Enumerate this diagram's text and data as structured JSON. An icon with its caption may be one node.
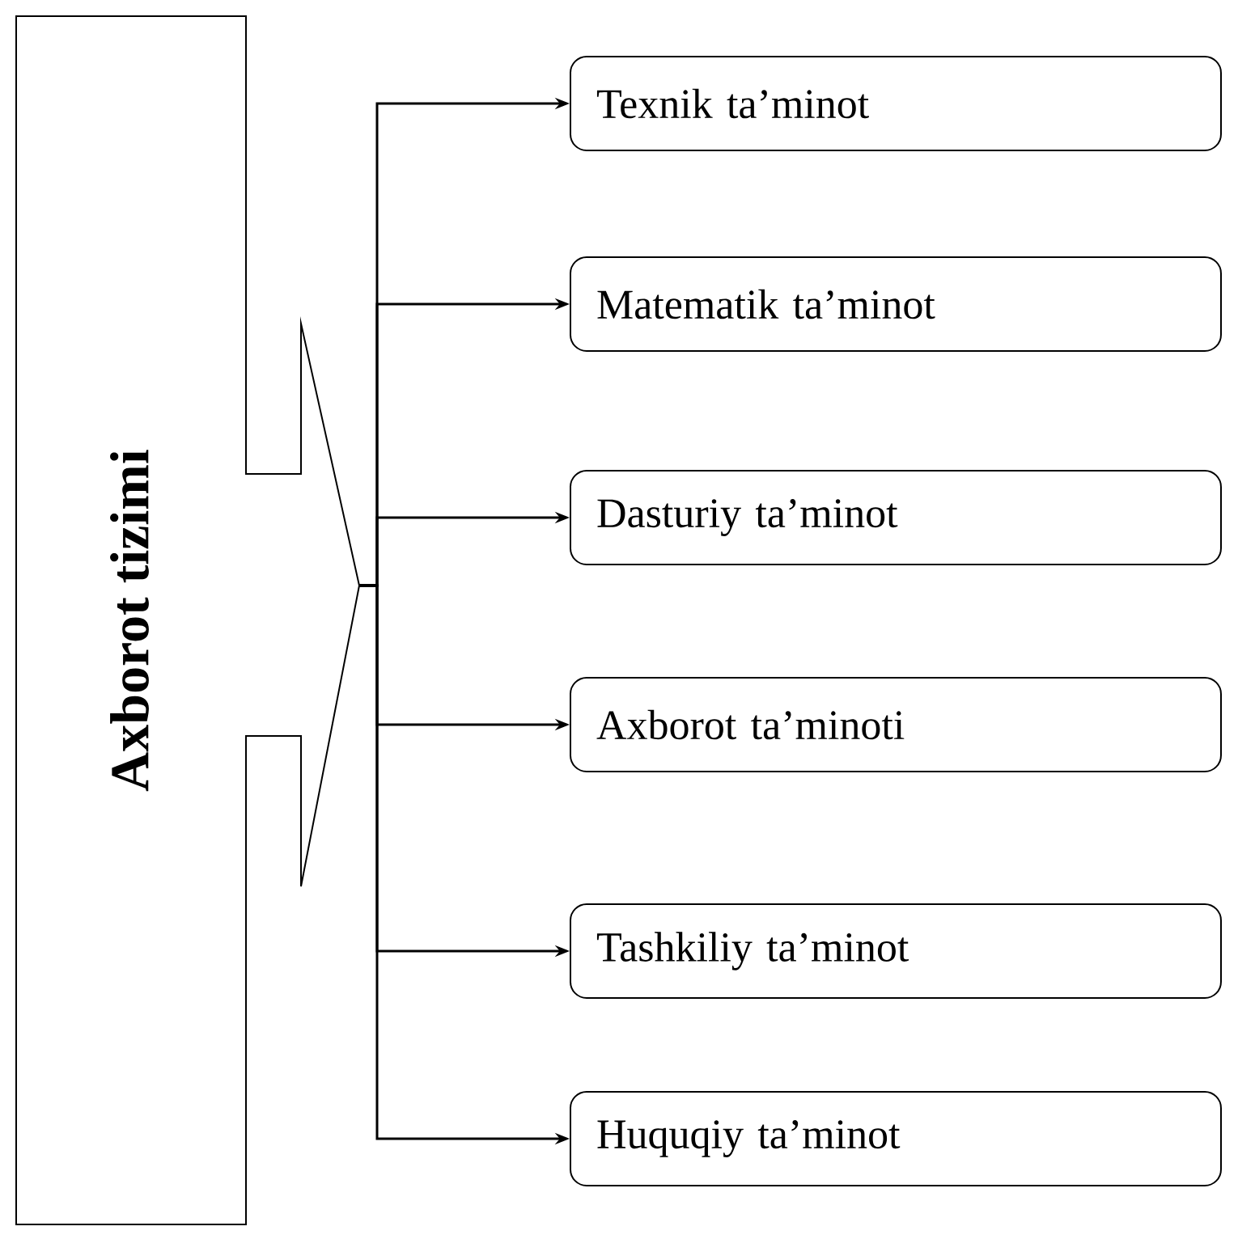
{
  "diagram": {
    "nodes": [
      {
        "text": [
          "Axborot tizimi"
        ]
      },
      {
        "text": [
          "Texnik ta’minot"
        ]
      },
      {
        "text": [
          "Matematik ta’minot"
        ]
      },
      {
        "text": [
          "Dasturiy ta’minot"
        ]
      },
      {
        "text": [
          "Axborot ta’minoti"
        ]
      },
      {
        "text": [
          "Tashkiliy ta’minot"
        ]
      },
      {
        "text": [
          "Huquqiy ta’minot"
        ]
      }
    ],
    "edges": [
      {
        "from": 0,
        "to": 1,
        "arrow": "to"
      },
      {
        "from": 0,
        "to": 2,
        "arrow": "to"
      },
      {
        "from": 0,
        "to": 3,
        "arrow": "to"
      },
      {
        "from": 0,
        "to": 4,
        "arrow": "to"
      },
      {
        "from": 0,
        "to": 5,
        "arrow": "to"
      },
      {
        "from": 0,
        "to": 6,
        "arrow": "to"
      }
    ]
  }
}
